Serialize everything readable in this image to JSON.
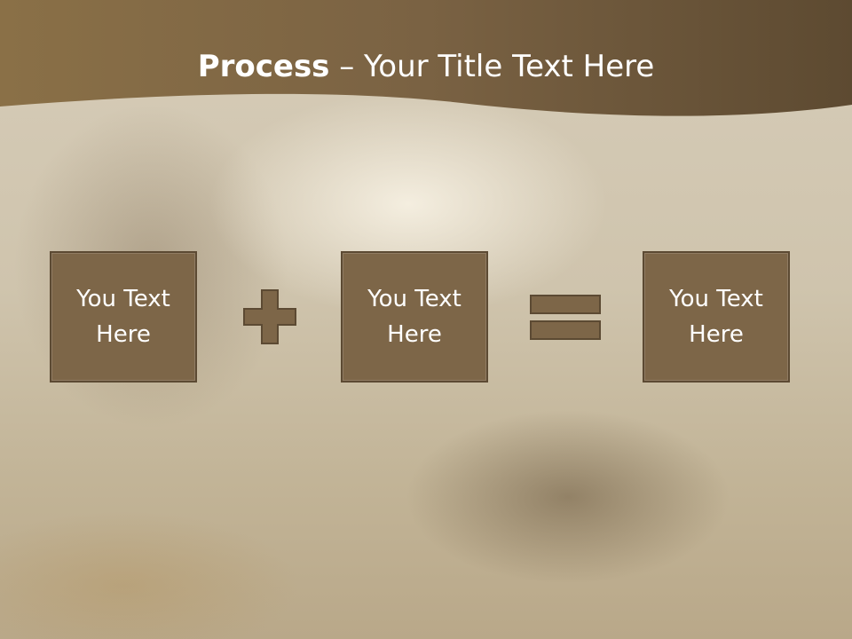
{
  "slide": {
    "title_bold": "Process",
    "title_rest": " – Your Title Text Here"
  },
  "boxes": [
    {
      "text": "You Text Here"
    },
    {
      "text": "You Text Here"
    },
    {
      "text": "You Text Here"
    }
  ],
  "operators": [
    "plus-icon",
    "equals-icon"
  ],
  "colors": {
    "header": "#7b6443",
    "box_fill": "#7d6648",
    "box_border": "#5c4a33",
    "text": "#ffffff"
  }
}
